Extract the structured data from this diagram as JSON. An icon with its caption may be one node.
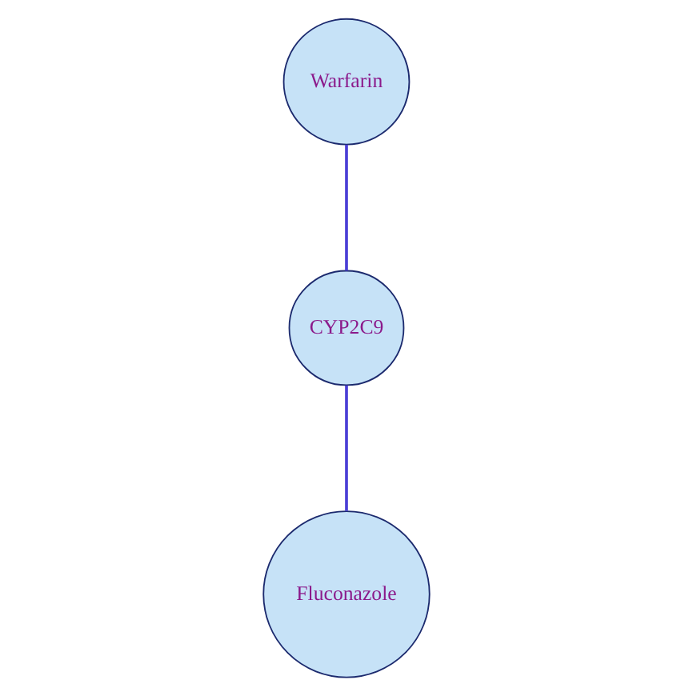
{
  "diagram": {
    "nodes": [
      {
        "text": [
          "Warfarin"
        ]
      },
      {
        "text": [
          "CYP2C9"
        ]
      },
      {
        "text": [
          "Fluconazole"
        ]
      }
    ],
    "edges": [
      {
        "from": 2,
        "to": 1,
        "arrow": "none"
      },
      {
        "from": 1,
        "to": 0,
        "arrow": "none"
      }
    ]
  }
}
